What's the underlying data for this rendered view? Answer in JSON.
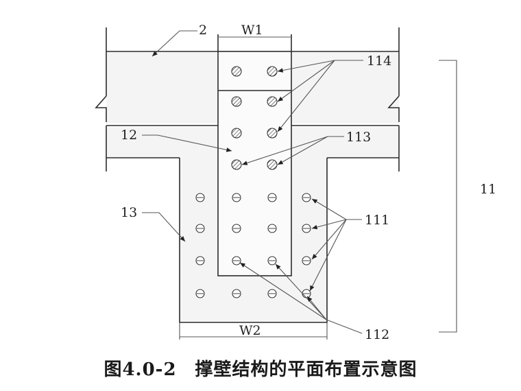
{
  "labels": {
    "w1": "W1",
    "w2": "W2",
    "l2": "2",
    "l12": "12",
    "l13": "13",
    "l114": "114",
    "l113": "113",
    "l111": "111",
    "l112": "112",
    "l11": "11"
  },
  "caption": "图4.0-2　撑壁结构的平面布置示意图"
}
